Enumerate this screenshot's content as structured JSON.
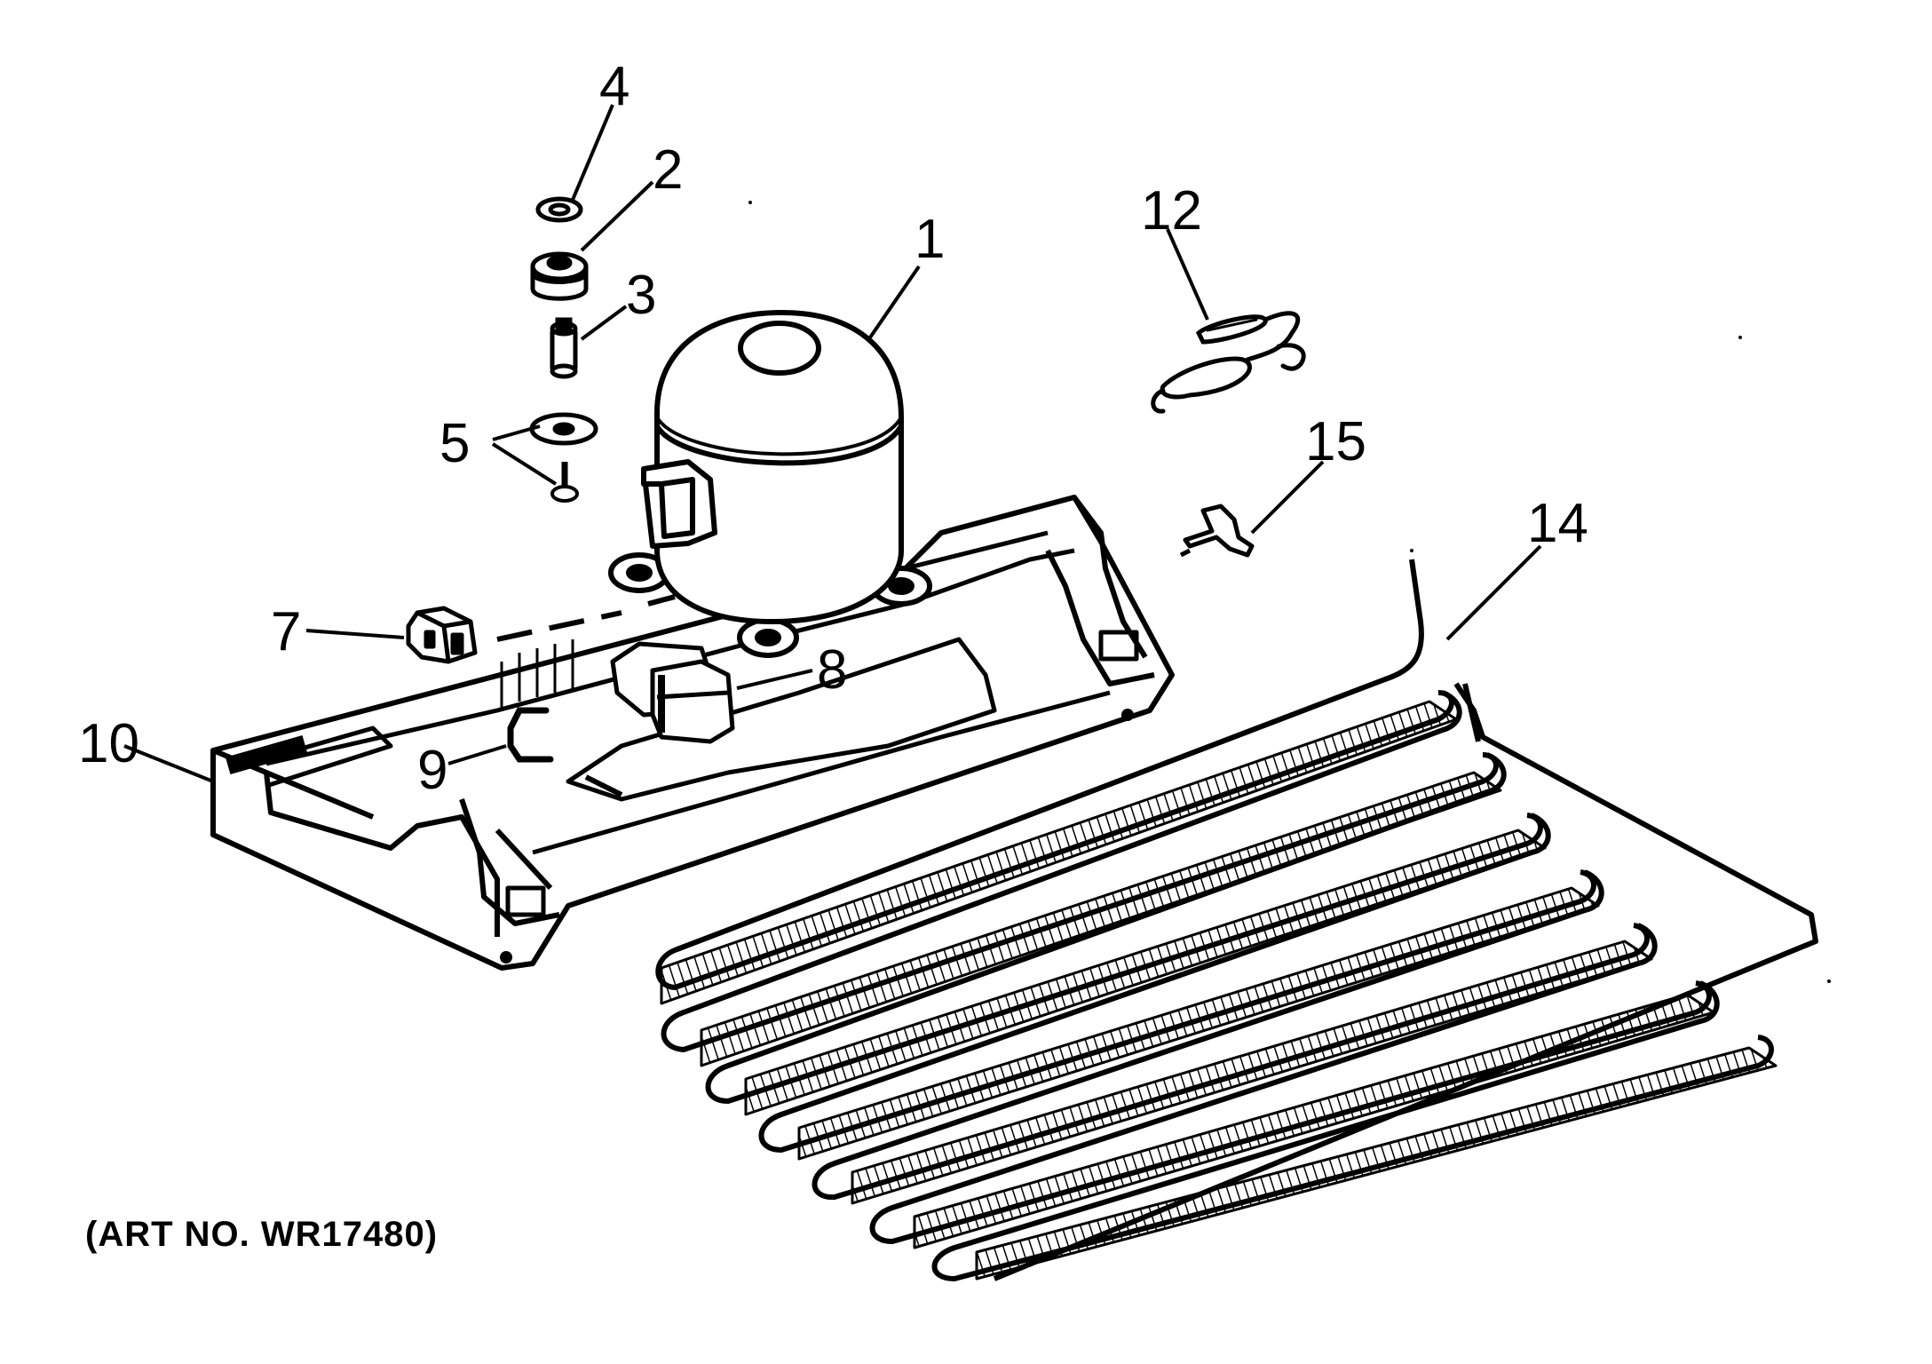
{
  "diagram": {
    "callouts": {
      "c1": "1",
      "c2": "2",
      "c3": "3",
      "c4": "4",
      "c5": "5",
      "c7": "7",
      "c8": "8",
      "c9": "9",
      "c10": "10",
      "c12": "12",
      "c14": "14",
      "c15": "15"
    },
    "art_number": "(ART NO. WR17480)",
    "parts": {
      "p1": "compressor",
      "p2": "grommet",
      "p3": "sleeve",
      "p4": "clip",
      "p5": "washer and screw",
      "p7": "relay",
      "p8": "overload",
      "p9": "clip",
      "p10": "mounting base",
      "p12": "drier",
      "p14": "condenser coil",
      "p15": "clip"
    },
    "line_color": "#000000",
    "background": "#ffffff"
  }
}
